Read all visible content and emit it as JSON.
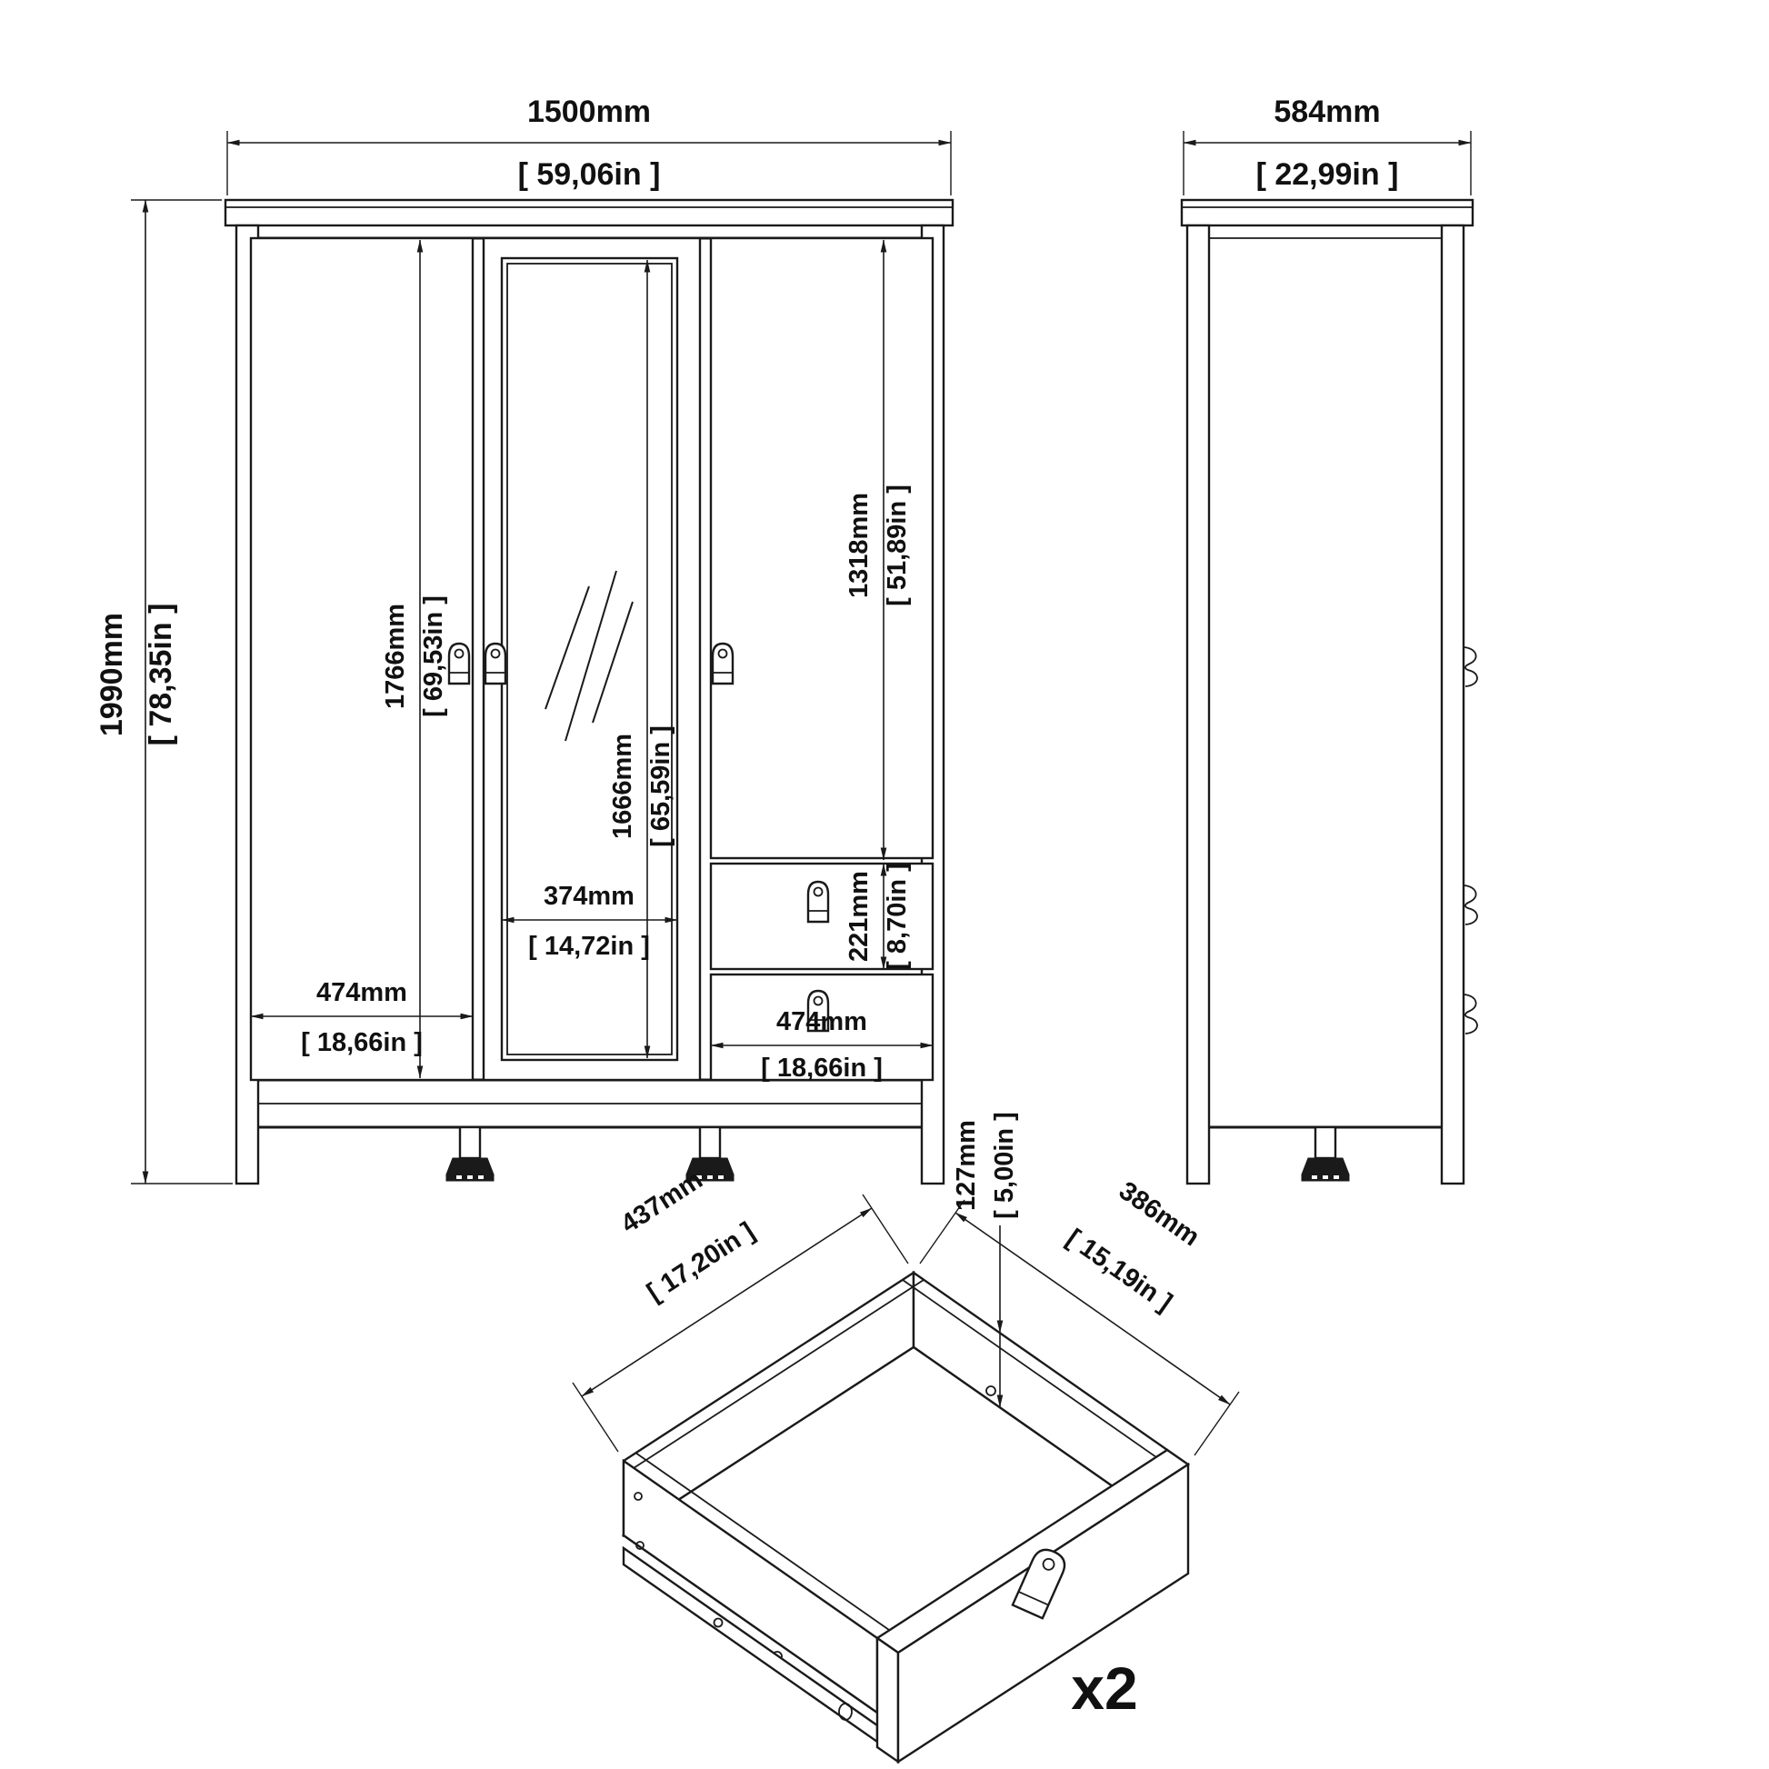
{
  "front": {
    "width_mm": "1500mm",
    "width_in": "[ 59,06in ]",
    "height_mm": "1990mm",
    "height_in": "[ 78,35in ]",
    "left_door_h_mm": "1766mm",
    "left_door_h_in": "[ 69,53in ]",
    "mirror_h_mm": "1666mm",
    "mirror_h_in": "[ 65,59in ]",
    "right_door_h_mm": "1318mm",
    "right_door_h_in": "[ 51,89in ]",
    "drawer_front_h_mm": "221mm",
    "drawer_front_h_in": "[ 8,70in ]",
    "mirror_w_mm": "374mm",
    "mirror_w_in": "[ 14,72in ]",
    "left_door_w_mm": "474mm",
    "left_door_w_in": "[ 18,66in ]",
    "drawer_w_mm": "474mm",
    "drawer_w_in": "[ 18,66in ]"
  },
  "side": {
    "depth_mm": "584mm",
    "depth_in": "[ 22,99in ]"
  },
  "drawer": {
    "width_mm": "437mm",
    "width_in": "[ 17,20in ]",
    "depth_mm": "386mm",
    "depth_in": "[ 15,19in ]",
    "height_mm": "127mm",
    "height_in": "[ 5,00in ]",
    "quantity": "x2"
  },
  "colors": {
    "line": "#1a1a1a",
    "background": "#ffffff"
  }
}
